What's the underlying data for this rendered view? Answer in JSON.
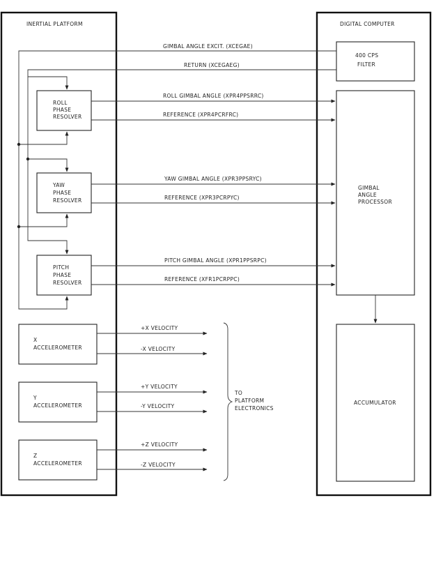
{
  "left_panel": {
    "title": "INERTIAL PLATFORM"
  },
  "right_panel": {
    "title": "DIGITAL COMPUTER"
  },
  "blocks": {
    "filter": [
      "400 CPS",
      "FILTER"
    ],
    "gimbal_processor": [
      "GIMBAL",
      "ANGLE",
      "PROCESSOR"
    ],
    "accumulator": [
      "ACCUMULATOR"
    ],
    "roll_resolver": [
      "ROLL",
      "PHASE",
      "RESOLVER"
    ],
    "yaw_resolver": [
      "YAW",
      "PHASE",
      "RESOLVER"
    ],
    "pitch_resolver": [
      "PITCH",
      "PHASE",
      "RESOLVER"
    ],
    "x_accel": [
      "X",
      "ACCELEROMETER"
    ],
    "y_accel": [
      "Y",
      "ACCELEROMETER"
    ],
    "z_accel": [
      "Z",
      "ACCELEROMETER"
    ]
  },
  "signals": {
    "excitation": "GIMBAL ANGLE EXCIT. (XCEGAE)",
    "return": "RETURN (XCEGAEG)",
    "roll_angle": "ROLL GIMBAL ANGLE (XPR4PPSRRC)",
    "roll_ref": "REFERENCE (XPR4PCRFRC)",
    "yaw_angle": "YAW GIMBAL ANGLE (XPR3PPSRYC)",
    "yaw_ref": "REFERENCE (XPR3PCRPYC)",
    "pitch_angle": "PITCH GIMBAL ANGLE (XPR1PPSRPC)",
    "pitch_ref": "REFERENCE (XFR1PCRPPC)",
    "x_plus": "+X VELOCITY",
    "x_minus": "-X VELOCITY",
    "y_plus": "+Y VELOCITY",
    "y_minus": "-Y VELOCITY",
    "z_plus": "+Z VELOCITY",
    "z_minus": "-Z VELOCITY"
  },
  "destination": [
    "TO",
    "PLATFORM",
    "ELECTRONICS"
  ]
}
